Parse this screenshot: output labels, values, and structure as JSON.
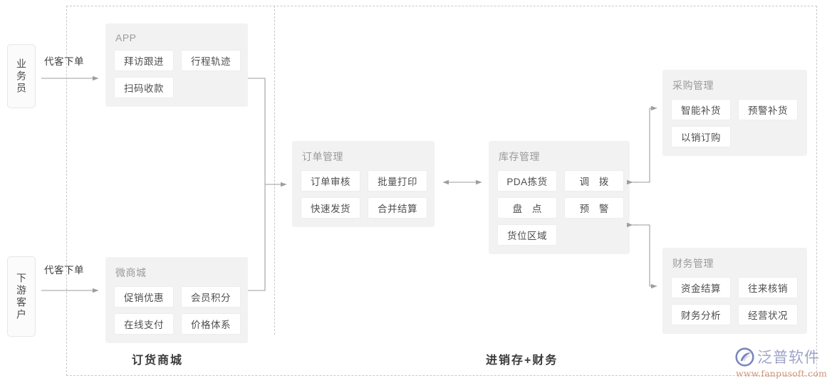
{
  "diagram": {
    "actors": [
      {
        "id": "sales-rep",
        "label": "业务员"
      },
      {
        "id": "downstream-customer",
        "label": "下游客户"
      }
    ],
    "flow_labels": {
      "sales_to_app": "代客下单",
      "customer_to_mall": "代客下单"
    },
    "panels": [
      {
        "id": "app",
        "title": "APP",
        "rows": [
          [
            "拜访跟进",
            "行程轨迹"
          ],
          [
            "扫码收款"
          ]
        ]
      },
      {
        "id": "mall",
        "title": "微商城",
        "rows": [
          [
            "促销优惠",
            "会员积分"
          ],
          [
            "在线支付",
            "价格体系"
          ]
        ]
      },
      {
        "id": "order",
        "title": "订单管理",
        "rows": [
          [
            "订单审核",
            "批量打印"
          ],
          [
            "快速发货",
            "合并结算"
          ]
        ]
      },
      {
        "id": "inventory",
        "title": "库存管理",
        "rows": [
          [
            "PDA拣货",
            "调 拨"
          ],
          [
            "盘 点",
            "预 警"
          ],
          [
            "货位区域"
          ]
        ]
      },
      {
        "id": "purchase",
        "title": "采购管理",
        "rows": [
          [
            "智能补货",
            "预警补货"
          ],
          [
            "以销订购"
          ]
        ]
      },
      {
        "id": "finance",
        "title": "财务管理",
        "rows": [
          [
            "资金结算",
            "往来核销"
          ],
          [
            "财务分析",
            "经营状况"
          ]
        ]
      }
    ],
    "section_captions": {
      "left": "订货商城",
      "right": "进销存+财务"
    },
    "watermark": {
      "brand": "泛普软件",
      "url": "www.fanpusoft.com"
    },
    "colors": {
      "panel_bg": "#f2f2f2",
      "chip_bg": "#ffffff",
      "chip_border": "#ededed",
      "panel_title": "#9a9a9a",
      "text": "#4f4f4f",
      "arrow": "#999999",
      "dashed_border": "#c9c9c9",
      "watermark_brand": "#8b93bf",
      "watermark_url": "#c68a6b"
    }
  }
}
